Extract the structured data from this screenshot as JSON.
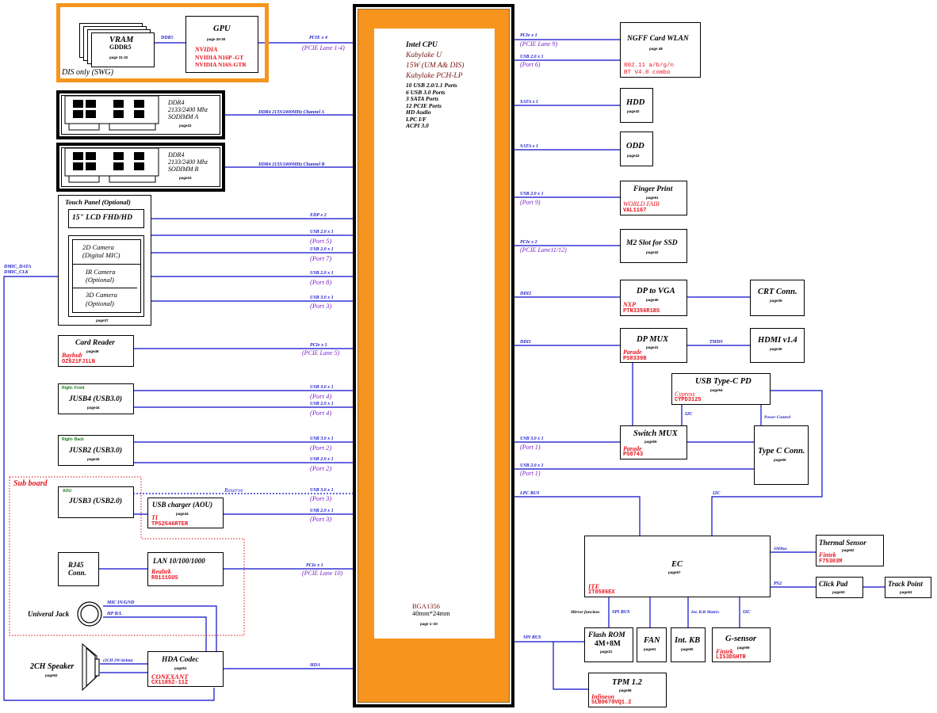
{
  "dis_group": {
    "label": "DIS only (SWG)",
    "vram": {
      "title": "VRAM",
      "subtitle": "GDDR5",
      "page": "page  31-32"
    },
    "vram_link": "DDR5",
    "gpu": {
      "title": "GPU",
      "page": "page  25-30",
      "vendor": "NVIDIA",
      "parts": [
        "NVIDIA N16P -GT",
        "NVIDIA N16S-GTR"
      ]
    },
    "gpu_link": {
      "bus": "PCIE x 4",
      "detail": "(PCIE Lane 1-4)"
    }
  },
  "memory": [
    {
      "lines": [
        "DDR4",
        "2133/2400  Mhz",
        "SODIMM A"
      ],
      "page": "page22",
      "link": "DDR4 2133/2400MHz Channel A"
    },
    {
      "lines": [
        "DDR4",
        "2133/2400  Mhz",
        "SODIMM B"
      ],
      "page": "page23",
      "link": "DDR4 2133/2400MHz Channel B"
    }
  ],
  "display_group": {
    "touch_panel": "Touch Panel (Optional)",
    "lcd": "15\" LCD  FHD/HD",
    "lcd_link": "EDP x 2",
    "cameras": [
      {
        "lines": [
          "2D Camera",
          "(Digital MIC)"
        ]
      },
      {
        "lines": [
          "IR Camera",
          "(Optional)"
        ]
      },
      {
        "lines": [
          "3D Camera",
          "(Optional)"
        ]
      }
    ],
    "page": "page37",
    "links": [
      {
        "bus": "USB 2.0 x 1",
        "port": "(Port 5)"
      },
      {
        "bus": "USB 2.0 x 1",
        "port": "(Port 7)"
      },
      {
        "bus": "USB 2.0 x 1",
        "port": "(Port 8)"
      },
      {
        "bus": "USB 3.0 x 1",
        "port": "(Port 3)"
      }
    ],
    "dmic": [
      "DMIC_DATA",
      "DMIC_CLK"
    ]
  },
  "card_reader": {
    "title": "Card Reader",
    "page": "page49",
    "vendor": "Bayhub",
    "part": "OZ621FJ1LN",
    "link": {
      "bus": "PCIe x 1",
      "detail": "(PCIE Lane 5)"
    }
  },
  "jusb4": {
    "tag": "Right-  Front",
    "title": "JUSB4 (USB3.0)",
    "page": "page44",
    "links": [
      {
        "bus": "USB 3.0 x 1",
        "port": "(Port 4)"
      },
      {
        "bus": "USB 2.0 x 1",
        "port": "(Port 4)"
      }
    ]
  },
  "jusb2": {
    "tag": "Right-  Back",
    "title": "JUSB2 (USB3.0)",
    "page": "page44",
    "links": [
      {
        "bus": "USB 3.0 x 1",
        "port": "(Port 2)"
      },
      {
        "bus": "USB 2.0 x 1",
        "port": "(Port 2)"
      }
    ]
  },
  "sub_board": {
    "label": "Sub board",
    "jusb3": {
      "tag": "AOU",
      "title": "JUSB3 (USB2.0)"
    },
    "reserve": "Reserve",
    "usb_charger": {
      "title": "USB charger (AOU)",
      "page": "page44",
      "vendor": "TI",
      "part": "TPS2546RTER"
    },
    "links": [
      {
        "bus": "USB 3.0 x 1",
        "port": "(Port 3)"
      },
      {
        "bus": "USB 2.0 x 1",
        "port": "(Port 3)"
      }
    ],
    "rj45": [
      "RJ45",
      "Conn."
    ],
    "lan": {
      "title": "LAN 10/100/1000",
      "vendor": "Realtek",
      "part": "R8111GUS",
      "link": {
        "bus": "PCIe x 1",
        "detail": "(PCIE Lane 10)"
      }
    },
    "jack": {
      "title": "Univeral Jack",
      "mic": "MIC IN/GND",
      "hp": "HP R/L"
    }
  },
  "audio": {
    "speaker": {
      "title": "2CH Speaker",
      "page": "page52",
      "link": "(2CH 2W/4ohm)"
    },
    "codec": {
      "title": "HDA Codec",
      "page": "page51",
      "vendor": "CONEXANT",
      "part": "CX11852-11Z",
      "link": "HDA"
    }
  },
  "cpu": {
    "lines_dark": [
      "Intel CPU"
    ],
    "lines_red": [
      "Kabylake U",
      "15W (UM A& DIS)",
      "Kabylake  PCH-LP"
    ],
    "features": [
      "10 USB 2.0/1.1 Ports",
      "6 USB 3.0 Ports",
      "3 SATA Ports",
      "12 PCIE Ports",
      "HD Audio",
      "LPC I/F",
      "ACPI 3.0"
    ],
    "package": [
      "BGA1356",
      "40mm*24mm"
    ],
    "page": "page  1~20"
  },
  "right": {
    "wlan": {
      "title": "NGFF Card WLAN",
      "page": "page  48",
      "parts": [
        "802.11 a/b/g/n",
        "BT V4.0 combo"
      ],
      "links": [
        {
          "bus": "PCIe x 1",
          "detail": "(PCIE Lane 9)"
        },
        {
          "bus": "USB 2.0 x 1",
          "detail": "(Port 6)"
        }
      ]
    },
    "hdd": {
      "title": "HDD",
      "page": "page42",
      "link": "SATA x 1"
    },
    "odd": {
      "title": "ODD",
      "page": "page43",
      "link": "SATA x 1"
    },
    "finger": {
      "title": "Finger Print",
      "page": "page61",
      "vendor": "WORLD  FAIR",
      "part": "VAL1167",
      "link": {
        "bus": "USB 2.0 x 1",
        "detail": "(Port 9)"
      }
    },
    "m2": {
      "title": "M2 Slot for SSD",
      "page": "page42",
      "link": {
        "bus": "PCIe x 2",
        "detail": "(PCIE  Lane11/12)"
      }
    },
    "dp_vga": {
      "title": "DP to VGA",
      "page": "page40",
      "vendor": "NXP",
      "part": "PTN3356R1BS",
      "link": "DDI2"
    },
    "crt": {
      "title": "CRT Conn.",
      "page": "page39"
    },
    "dp_mux": {
      "title": "DP MUX",
      "page": "page41",
      "vendor": "Parade",
      "part": "PS8339B",
      "link": "DDI1",
      "tmds": "TMDS"
    },
    "hdmi": {
      "title": "HDMI v1.4",
      "page": "page36"
    },
    "typec_pd": {
      "title": "USB Type-C PD",
      "page": "page54",
      "vendor": "Cypress",
      "part": "CYPD3125",
      "i2c": "I2C",
      "power": "Power Control"
    },
    "switch_mux": {
      "title": "Switch MUX",
      "page": "page55",
      "vendor": "Parade",
      "part": "PS8743",
      "links": [
        {
          "bus": "USB 3.0 x 1",
          "detail": "(Port 1)"
        },
        {
          "bus": "USB 2.0 x 1",
          "detail": "(Port 1)"
        }
      ]
    },
    "typec_conn": {
      "title": "Type C Conn.",
      "page": "page55"
    },
    "lpc": "LPC BUS",
    "ec_i2c": "I2C",
    "ec": {
      "title": "EC",
      "page": "page57",
      "vendor": "ITE",
      "part": "IT8586EX",
      "smbus": "SMBus",
      "ps2": "PS2"
    },
    "thermal": {
      "title": "Thermal Sensor",
      "page": "page62",
      "vendor": "Fintek",
      "part": "F75303M"
    },
    "clickpad": {
      "title": "Click Pad",
      "page": "page63"
    },
    "trackpoint": {
      "title": "Track Point",
      "page": "page63"
    },
    "ec_links": {
      "mirror": "Mirror function",
      "spi": "SPI BUS",
      "kb": "Int. K/B Matrix",
      "i2c": "I2C"
    },
    "flash": {
      "lines": [
        "Flash ROM",
        "4M+8M"
      ],
      "page": "page21"
    },
    "fan": {
      "title": "FAN",
      "page": "page61"
    },
    "intkb": {
      "title": "Int. KB",
      "page": "page60"
    },
    "gsensor": {
      "title": "G-sensor",
      "page": "page59",
      "vendor": "Fintek",
      "part": "LIS3DSHTR"
    },
    "spi_bus": "SPI BUS",
    "tpm": {
      "title": "TPM 1.2",
      "page": "page58",
      "vendor": "Infineon",
      "part": "SLB9670VQ1.2"
    }
  }
}
